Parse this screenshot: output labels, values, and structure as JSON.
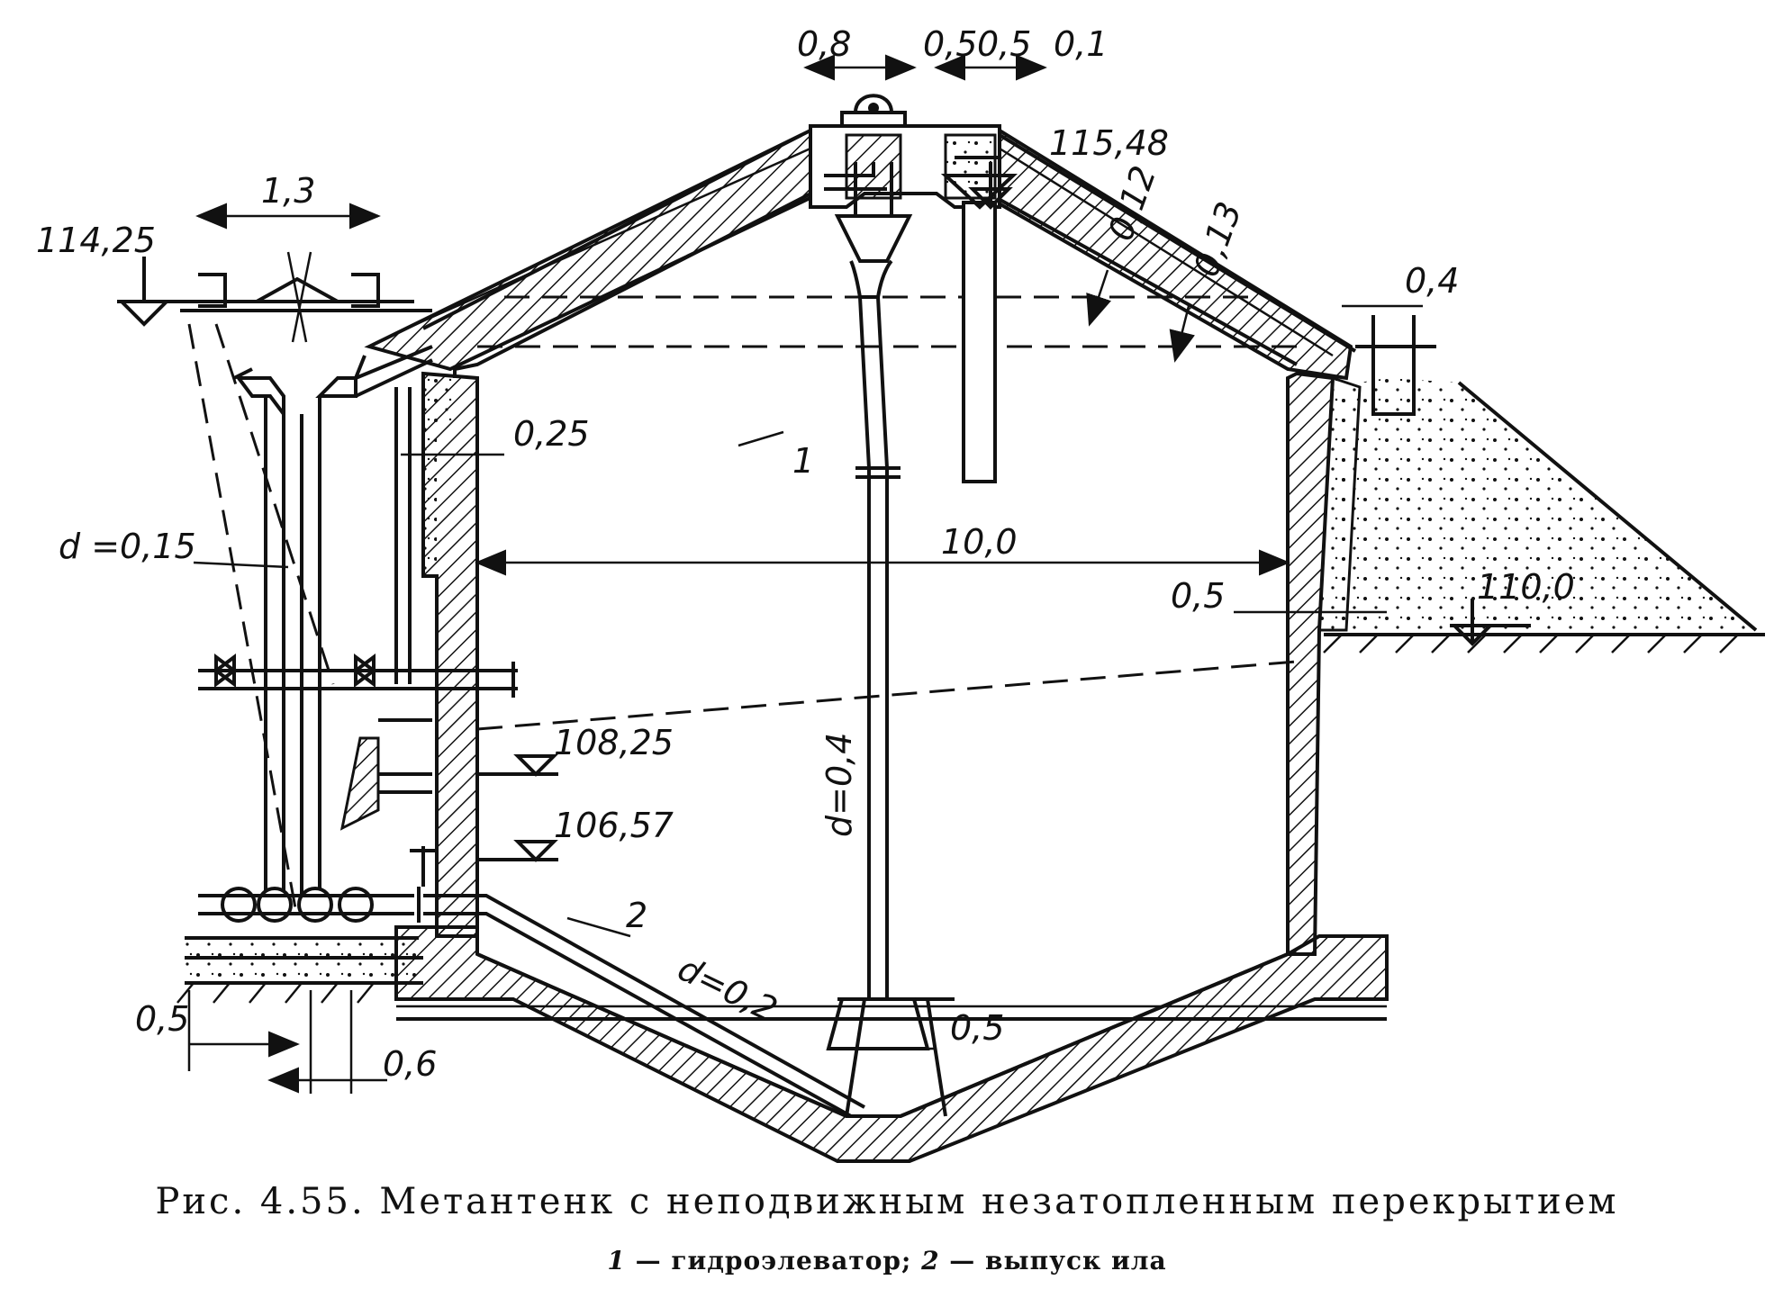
{
  "figure": {
    "caption": "Рис. 4.55. Метантенк с неподвижным незатопленным перекрытием",
    "legend": [
      {
        "num": "1",
        "text": "гидроэлеватор"
      },
      {
        "num": "2",
        "text": "выпуск ила"
      }
    ]
  },
  "labels": {
    "part_1": "1",
    "part_2": "2",
    "dim_0_8": "0,8",
    "dim_0_5_top_a": "0,5",
    "dim_0_5_top_b": "0,5",
    "dim_0_1": "0,1",
    "elev_115_48": "115,48",
    "dim_1_3": "1,3",
    "elev_114_25": "114,25",
    "dim_0_12": "0,12",
    "dim_0_13": "0,13",
    "dim_0_4": "0,4",
    "dim_0_25": "0,25",
    "dia_0_15": "d =0,15",
    "dim_10_0": "10,0",
    "dim_0_5_wall": "0,5",
    "elev_110_0": "110,0",
    "elev_108_25": "108,25",
    "elev_106_57": "106,57",
    "dia_0_4": "d=0,4",
    "dia_0_2": "d=0,2",
    "dim_0_5_bottom": "0,5",
    "dim_0_5_left": "0,5",
    "dim_0_6": "0,6"
  }
}
